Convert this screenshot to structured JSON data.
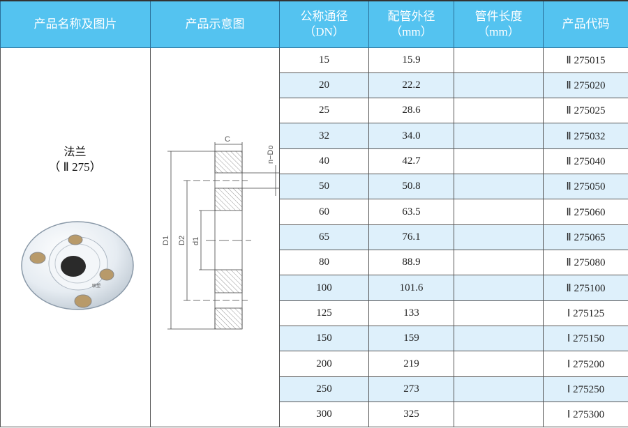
{
  "headers": {
    "name": "产品名称及图片",
    "diagram": "产品示意图",
    "dn": "公称通径",
    "dn_unit": "（DN）",
    "od": "配管外径",
    "od_unit": "（mm）",
    "len": "管件长度",
    "len_unit": "（mm）",
    "code": "产品代码"
  },
  "product": {
    "name": "法兰",
    "code": "（ Ⅱ 275）",
    "stamp": "联塑"
  },
  "diagram_labels": {
    "c": "C",
    "ndo": "n−Do",
    "d1": "D1",
    "d2": "D2",
    "di": "d1"
  },
  "rows": [
    {
      "dn": "15",
      "od": "15.9",
      "len": "",
      "code": "Ⅱ 275015"
    },
    {
      "dn": "20",
      "od": "22.2",
      "len": "",
      "code": "Ⅱ 275020"
    },
    {
      "dn": "25",
      "od": "28.6",
      "len": "",
      "code": "Ⅱ 275025"
    },
    {
      "dn": "32",
      "od": "34.0",
      "len": "",
      "code": "Ⅱ 275032"
    },
    {
      "dn": "40",
      "od": "42.7",
      "len": "",
      "code": "Ⅱ 275040"
    },
    {
      "dn": "50",
      "od": "50.8",
      "len": "",
      "code": "Ⅱ 275050"
    },
    {
      "dn": "60",
      "od": "63.5",
      "len": "",
      "code": "Ⅱ 275060"
    },
    {
      "dn": "65",
      "od": "76.1",
      "len": "",
      "code": "Ⅱ 275065"
    },
    {
      "dn": "80",
      "od": "88.9",
      "len": "",
      "code": "Ⅱ 275080"
    },
    {
      "dn": "100",
      "od": "101.6",
      "len": "",
      "code": "Ⅱ 275100"
    },
    {
      "dn": "125",
      "od": "133",
      "len": "",
      "code": "Ⅰ 275125"
    },
    {
      "dn": "150",
      "od": "159",
      "len": "",
      "code": "Ⅰ 275150"
    },
    {
      "dn": "200",
      "od": "219",
      "len": "",
      "code": "Ⅰ 275200"
    },
    {
      "dn": "250",
      "od": "273",
      "len": "",
      "code": "Ⅰ 275250"
    },
    {
      "dn": "300",
      "od": "325",
      "len": "",
      "code": "Ⅰ 275300"
    }
  ]
}
